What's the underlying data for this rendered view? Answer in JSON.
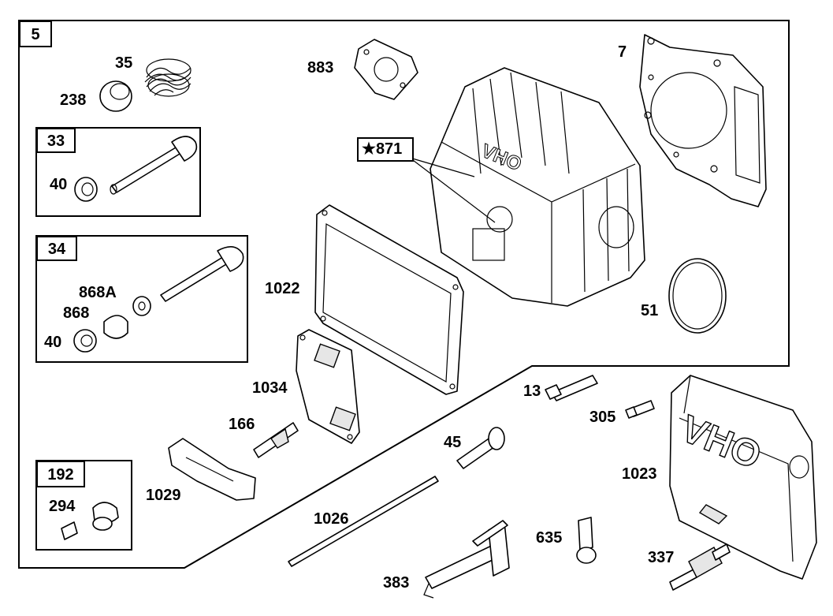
{
  "main_group": {
    "number": "5"
  },
  "sub_groups": {
    "g33": {
      "number": "33"
    },
    "g34": {
      "number": "34"
    },
    "g192": {
      "number": "192"
    }
  },
  "callout": {
    "star": "★",
    "number": "871"
  },
  "labels": {
    "p35": "35",
    "p238": "238",
    "p883": "883",
    "p7": "7",
    "p40a": "40",
    "p868A": "868A",
    "p868": "868",
    "p40b": "40",
    "p1022": "1022",
    "p51": "51",
    "p1034": "1034",
    "p13": "13",
    "p305": "305",
    "p166": "166",
    "p45": "45",
    "p1023": "1023",
    "p1029": "1029",
    "p294": "294",
    "p1026": "1026",
    "p635": "635",
    "p337": "337",
    "p383": "383"
  },
  "embossed": {
    "head_text": "OHV",
    "cover_text": "OHV"
  }
}
